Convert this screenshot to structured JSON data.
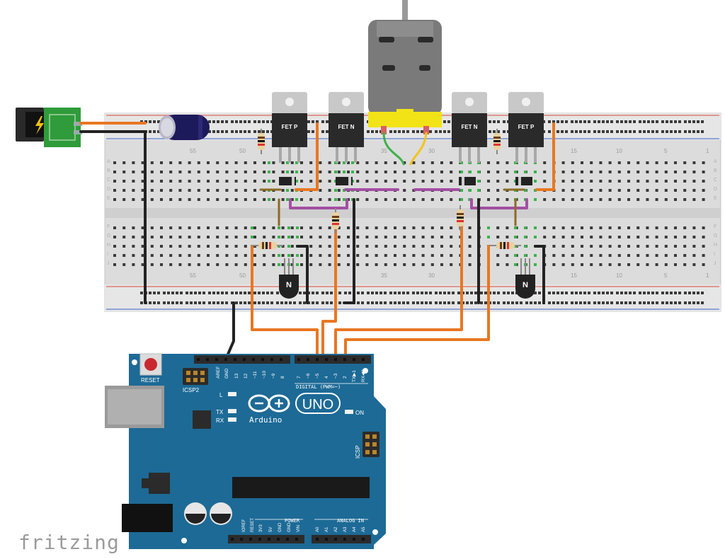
{
  "breadboard": {
    "top_numbers": [
      "55",
      "50",
      "35",
      "30",
      "15",
      "10",
      "5",
      "1"
    ],
    "bottom_numbers": [
      "55",
      "50",
      "35",
      "30",
      "15",
      "10",
      "5",
      "1"
    ],
    "row_letters_left_top": [
      "A",
      "B",
      "C",
      "D",
      "E"
    ],
    "row_letters_left_bottom": [
      "F",
      "G",
      "H",
      "I",
      "J"
    ],
    "row_letters_right_top": [
      "A",
      "B",
      "C",
      "D",
      "E"
    ],
    "row_letters_right_bottom": [
      "F",
      "G",
      "H",
      "I",
      "J"
    ]
  },
  "mosfets": [
    {
      "label": "FET P"
    },
    {
      "label": "FET N"
    },
    {
      "label": "FET N"
    },
    {
      "label": "FET P"
    }
  ],
  "transistors": [
    {
      "label": "N"
    },
    {
      "label": "N"
    }
  ],
  "arduino": {
    "reset_label": "RESET",
    "icsp2_label": "ICSP2",
    "icsp_label": "ICSP",
    "header_top_left": [
      "AREF",
      "GND",
      "13",
      "12",
      "~11",
      "~10",
      "~9",
      "8"
    ],
    "header_top_right": [
      "7",
      "~6",
      "~5",
      "4",
      "~3",
      "2",
      "TX▶1",
      "RX◀0"
    ],
    "digital_label": "DIGITAL (PWM=~)",
    "l_label": "L",
    "tx_label": "TX",
    "rx_label": "RX",
    "on_label": "ON",
    "uno_label": "UNO",
    "brand_label": "Arduino",
    "power_label": "POWER",
    "power_pins": [
      "IOREF",
      "RESET",
      "3V3",
      "5V",
      "GND",
      "GND",
      "VIN"
    ],
    "analog_label": "ANALOG IN",
    "analog_pins": [
      "A0",
      "A1",
      "A2",
      "A3",
      "A4",
      "A5"
    ],
    "colors": {
      "board": "#1d6a96",
      "header": "#2b2b2b"
    }
  },
  "logo": "fritzing",
  "colors": {
    "orange_wire": "#e87722",
    "black_wire": "#222222",
    "purple_wire": "#a34fa3",
    "green_wire": "#3db04a",
    "yellow_wire": "#f2c418",
    "breadboard": "#dcdcdc",
    "hole_green": "#3ab34a",
    "rail_red": "#d8483b",
    "rail_blue": "#3a63c9"
  }
}
